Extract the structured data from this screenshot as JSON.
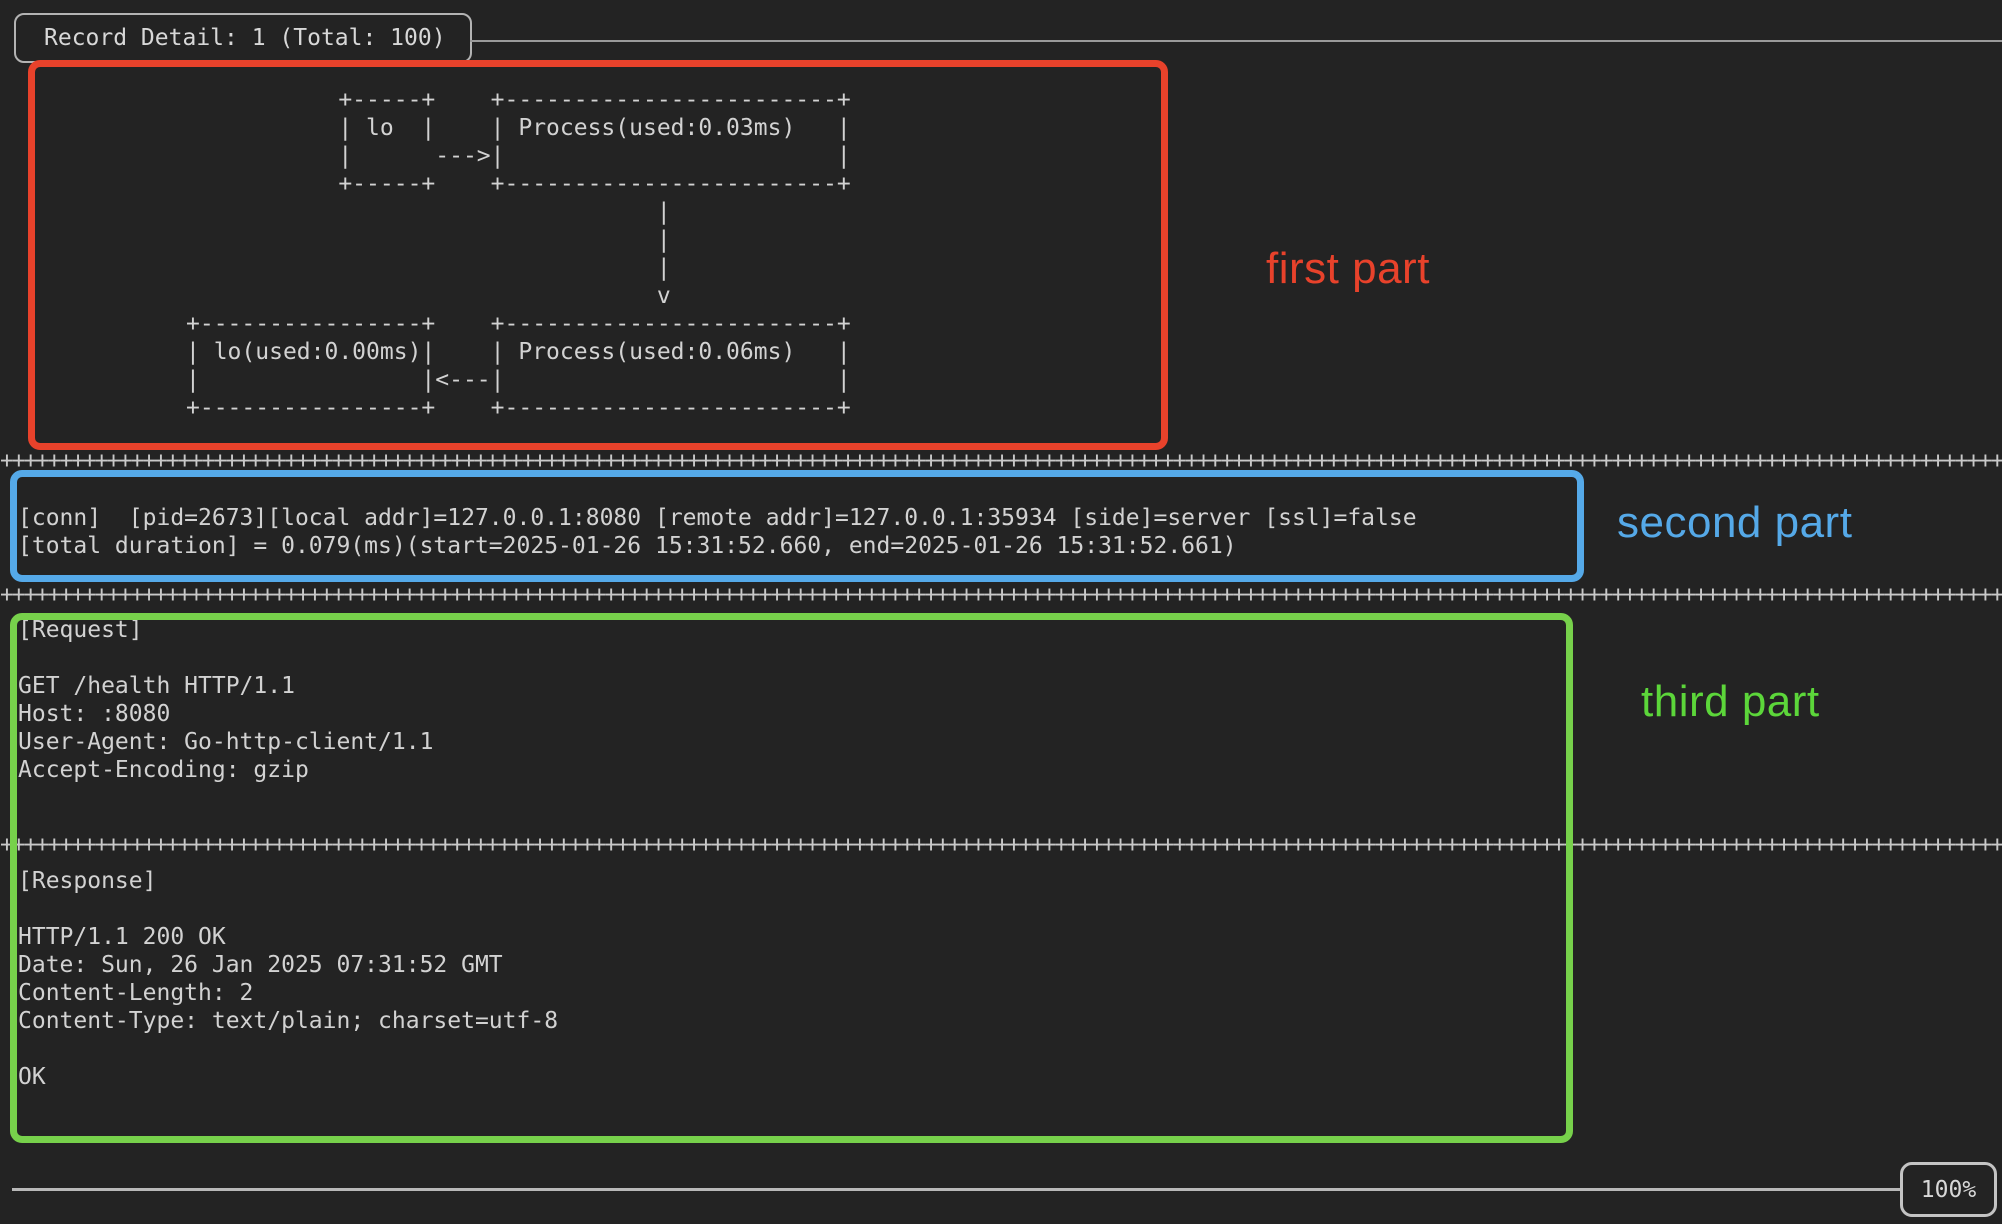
{
  "window": {
    "title": "Record Detail: 1 (Total: 100)",
    "zoom_level": "100%"
  },
  "flow_diagram": {
    "lines": [
      "                        +-----+    +------------------------+",
      "                        | lo  |    | Process(used:0.03ms)   |",
      "                        |      --->|                        |",
      "                        +-----+    +------------------------+",
      "                                               |",
      "                                               |",
      "                                               |",
      "                                               v",
      "             +----------------+    +------------------------+",
      "             | lo(used:0.00ms)|    | Process(used:0.06ms)   |",
      "             |                |<---|                        |",
      "             +----------------+    +------------------------+"
    ]
  },
  "connection": {
    "lines": [
      "[conn]  [pid=2673][local addr]=127.0.0.1:8080 [remote addr]=127.0.0.1:35934 [side]=server [ssl]=false",
      "[total duration] = 0.079(ms)(start=2025-01-26 15:31:52.660, end=2025-01-26 15:31:52.661)"
    ]
  },
  "request": {
    "lines": [
      "[Request]",
      "",
      "GET /health HTTP/1.1",
      "Host: :8080",
      "User-Agent: Go-http-client/1.1",
      "Accept-Encoding: gzip"
    ]
  },
  "response": {
    "lines": [
      "[Response]",
      "",
      "HTTP/1.1 200 OK",
      "Date: Sun, 26 Jan 2025 07:31:52 GMT",
      "Content-Length: 2",
      "Content-Type: text/plain; charset=utf-8",
      "",
      "OK"
    ]
  },
  "divider_row": "+++++++++++++++++++++++++++++++++++++++++++++++++++++++++++++++++++++++++++++++++++++++++++++++++++++++++++++++++++++++++++++++++++++++++++++++++++++++++++++++++++++++++++++++",
  "annotations": {
    "first": {
      "label": "first part",
      "color": "#e8422b"
    },
    "second": {
      "label": "second part",
      "color": "#55a9e8"
    },
    "third": {
      "label": "third part",
      "color": "#5cd63a"
    }
  }
}
